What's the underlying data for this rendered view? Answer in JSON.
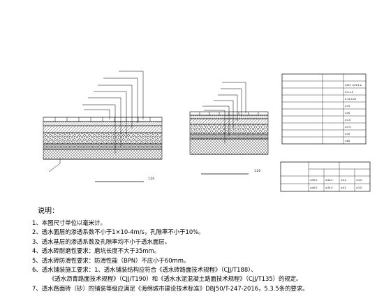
{
  "section_left": {
    "title": "",
    "scale": "1:20",
    "layer_labels": [
      "",
      "",
      "",
      "",
      "",
      "",
      ""
    ],
    "bottom_label_1": "",
    "bottom_label_2": ""
  },
  "section_right": {
    "title": "",
    "scale": "1:20",
    "layer_labels": [
      "",
      "",
      "",
      "",
      "",
      ""
    ]
  },
  "table_1": {
    "title": "",
    "rows": [
      [
        "",
        ""
      ],
      [
        "",
        "C20+-C25/1.2"
      ],
      [
        "",
        "0.5-1.0"
      ],
      [
        "",
        "0.15-0.20"
      ],
      [
        "",
        "≥15"
      ],
      [
        "",
        "≥45"
      ],
      [
        "",
        "≥1.0"
      ],
      [
        "",
        "≥3.5"
      ],
      [
        "",
        "≥35"
      ],
      [
        "",
        "≥60"
      ]
    ]
  },
  "table_2": {
    "title": "",
    "head": [
      "",
      "",
      "",
      "",
      ""
    ],
    "rows": [
      [
        "",
        "≥50.0",
        "≥42.0",
        "≥5.0",
        "≥3.0"
      ],
      [
        "",
        "≥40.0",
        "≥35.0",
        "≥4.5",
        "≥3.0"
      ]
    ]
  },
  "notes": {
    "heading": "说明：",
    "items": [
      "1、本图尺寸单位以毫米计。",
      "2、透水面层的渗透系数不小于1×10-4m/s，孔隙率不小于10%。",
      "3、透水基层的渗透系数及孔隙率均不小于透水面层。",
      "4、透水砖耐磨性要求：磨坑长度不大于35mm。",
      "5、透水砖防滑性要求：防滑性能（BPN）不应小于60mm。",
      "6、透水铺装施工要求：1、透水铺装结构应符合《透水砖路面技术规程》（CJJ/T188）、",
      "《透水沥青路面技术规程》（CJJ/T190）和《透水水泥混凝土路面技术规程》（CJJ/T135）的规定。",
      "7、透水路面砖（砂）的铺装等级应满足《海绵城市建设技术标准》DBJ50/T-247-2016，5.3.5条的要求。"
    ]
  }
}
